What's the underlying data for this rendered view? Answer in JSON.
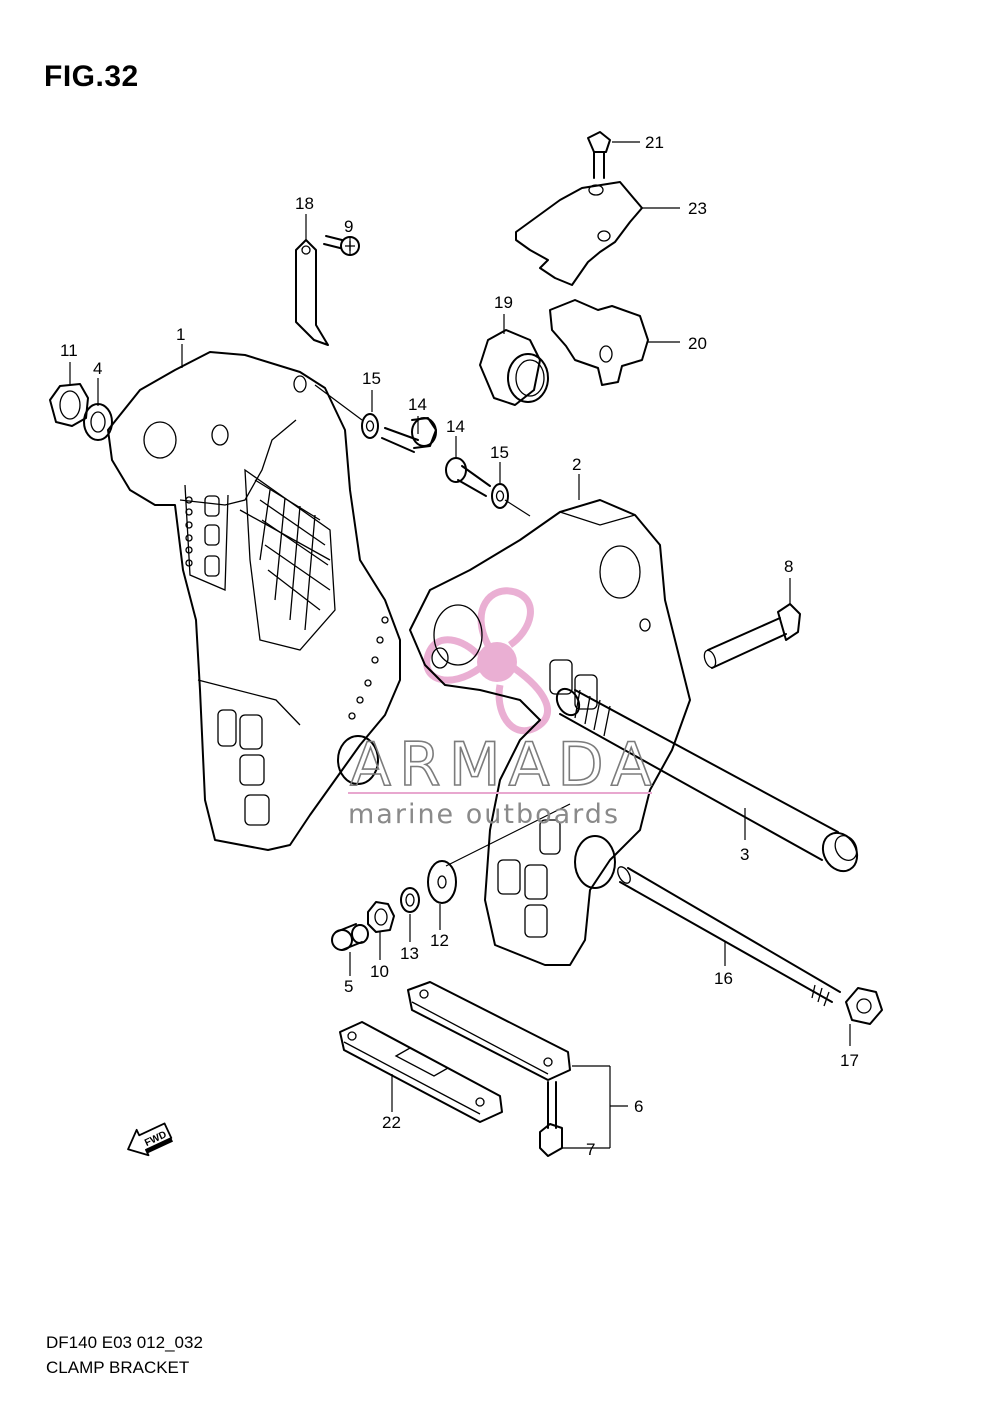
{
  "figure": {
    "title": "FIG.32",
    "model_code": "DF140 E03 012_032",
    "caption": "CLAMP BRACKET"
  },
  "watermark": {
    "brand": "ARMADA",
    "tagline": "marine outboards",
    "logo_color": "#e8a7cf"
  },
  "fwd_arrow_label": "FWD",
  "callouts": [
    {
      "id": "c1",
      "label": "1"
    },
    {
      "id": "c2",
      "label": "2"
    },
    {
      "id": "c3",
      "label": "3"
    },
    {
      "id": "c4",
      "label": "4"
    },
    {
      "id": "c5",
      "label": "5"
    },
    {
      "id": "c6",
      "label": "6"
    },
    {
      "id": "c7",
      "label": "7"
    },
    {
      "id": "c8",
      "label": "8"
    },
    {
      "id": "c9",
      "label": "9"
    },
    {
      "id": "c10",
      "label": "10"
    },
    {
      "id": "c11",
      "label": "11"
    },
    {
      "id": "c12",
      "label": "12"
    },
    {
      "id": "c13",
      "label": "13"
    },
    {
      "id": "c14a",
      "label": "14"
    },
    {
      "id": "c14b",
      "label": "14"
    },
    {
      "id": "c15a",
      "label": "15"
    },
    {
      "id": "c15b",
      "label": "15"
    },
    {
      "id": "c16",
      "label": "16"
    },
    {
      "id": "c17",
      "label": "17"
    },
    {
      "id": "c18",
      "label": "18"
    },
    {
      "id": "c19",
      "label": "19"
    },
    {
      "id": "c20",
      "label": "20"
    },
    {
      "id": "c21",
      "label": "21"
    },
    {
      "id": "c22",
      "label": "22"
    },
    {
      "id": "c23",
      "label": "23"
    }
  ]
}
